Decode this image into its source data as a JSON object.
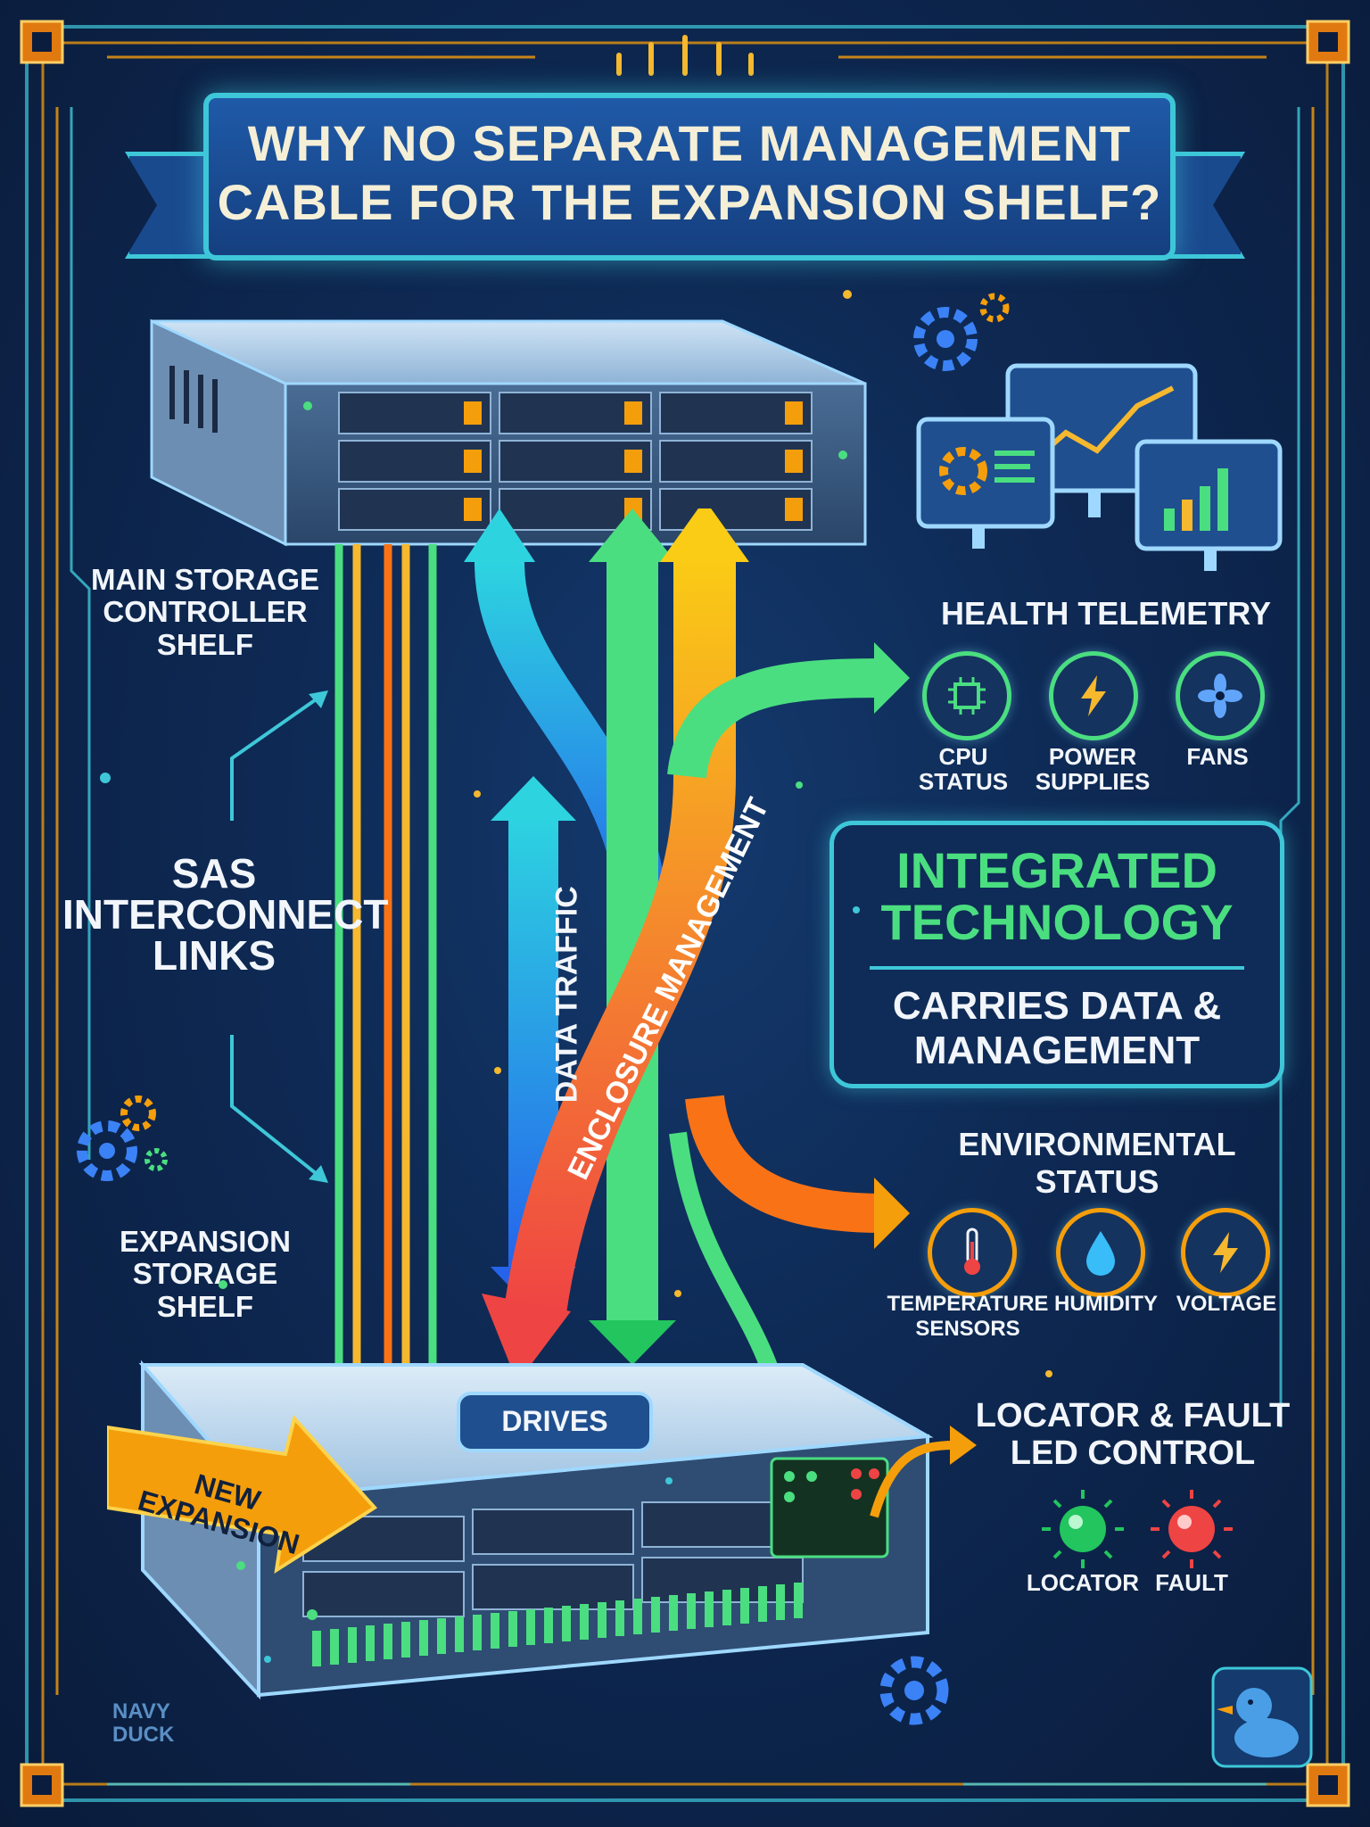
{
  "title": {
    "line1": "WHY NO SEPARATE MANAGEMENT",
    "line2": "CABLE FOR THE EXPANSION SHELF?"
  },
  "left_labels": {
    "main_shelf": "MAIN STORAGE CONTROLLER SHELF",
    "sas_line1": "SAS",
    "sas_line2": "INTERCONNECT",
    "sas_line3": "LINKS",
    "expansion_shelf": "EXPANSION STORAGE SHELF"
  },
  "flows": {
    "data_traffic": "DATA TRAFFIC",
    "enclosure_management": "ENCLOSURE MANAGEMENT",
    "drives": "DRIVES",
    "new_expansion_line1": "NEW",
    "new_expansion_line2": "EXPANSION"
  },
  "health": {
    "heading": "HEALTH TELEMETRY",
    "items": [
      {
        "label": "CPU STATUS",
        "icon": "cpu-icon",
        "color": "#4ade80"
      },
      {
        "label": "POWER SUPPLIES",
        "icon": "lightning-icon",
        "color": "#f5b82e"
      },
      {
        "label": "FANS",
        "icon": "fan-icon",
        "color": "#60a5fa"
      }
    ]
  },
  "integrated": {
    "line1": "INTEGRATED",
    "line2": "TECHNOLOGY",
    "line3": "CARRIES DATA &",
    "line4": "MANAGEMENT"
  },
  "environment": {
    "heading_line1": "ENVIRONMENTAL",
    "heading_line2": "STATUS",
    "items": [
      {
        "label": "TEMPERATURE SENSORS",
        "icon": "thermometer-icon",
        "color": "#f87171"
      },
      {
        "label": "HUMIDITY",
        "icon": "droplet-icon",
        "color": "#38bdf8"
      },
      {
        "label": "VOLTAGE",
        "icon": "lightning-icon",
        "color": "#f5b82e"
      }
    ]
  },
  "leds": {
    "heading_line1": "LOCATOR & FAULT",
    "heading_line2": "LED CONTROL",
    "locator": "LOCATOR",
    "fault": "FAULT",
    "locator_color": "#22c55e",
    "fault_color": "#ef4444"
  },
  "logo": {
    "line1": "NAVY",
    "line2": "DUCK"
  },
  "colors": {
    "background": "#0b1d3f",
    "frame_orange": "#f59e0b",
    "frame_cyan": "#3ec7d8",
    "data_blue": "#3b82f6",
    "green": "#4ade80",
    "orange": "#f97316"
  }
}
